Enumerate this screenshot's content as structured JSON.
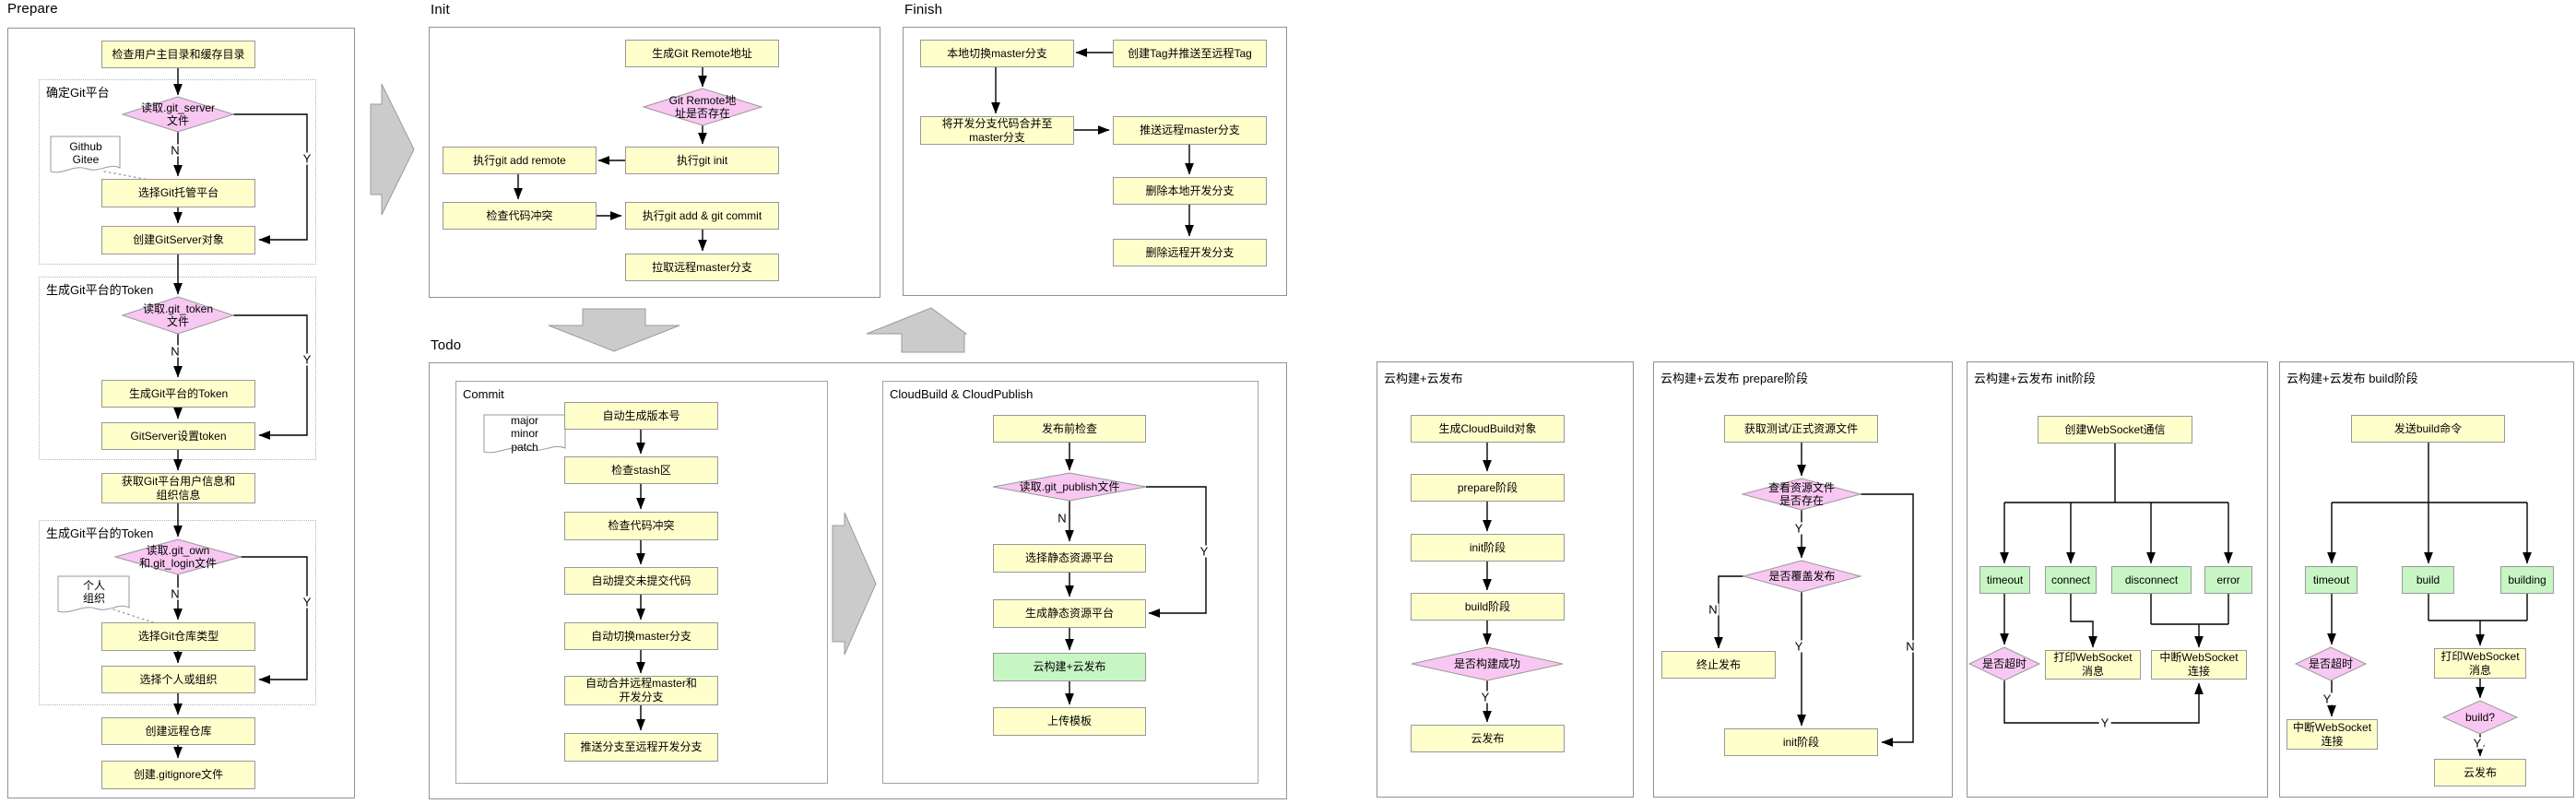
{
  "labels": {
    "yes": "Y",
    "no": "N"
  },
  "palette": {
    "process_fill": "#FFFFCC",
    "decision_fill": "#F8C7F2",
    "event_fill": "#C8F5C4",
    "connector_fill": "#CBCBCB",
    "border": "#999999"
  },
  "sections": {
    "prepare": {
      "title": "Prepare",
      "groups": {
        "determine_platform": "确定Git平台",
        "gen_token": "生成Git平台的Token",
        "gen_token2": "生成Git平台的Token"
      },
      "nodes": {
        "check_home": "检查用户主目录和缓存目录",
        "read_git_server": "读取.git_server\n文件",
        "choose_platform": "选择Git托管平台",
        "create_gitserver": "创建GitServer对象",
        "read_git_token": "读取.git_token\n文件",
        "gen_token": "生成Git平台的Token",
        "set_token": "GitServer设置token",
        "fetch_user_org": "获取Git平台用户信息和\n组织信息",
        "read_git_own": "读取.git_own\n和.git_login文件",
        "choose_repo_type": "选择Git仓库类型",
        "choose_own_org": "选择个人或组织",
        "create_remote_repo": "创建远程仓库",
        "create_gitignore": "创建.gitignore文件"
      },
      "notes": {
        "platforms": "Github\nGitee",
        "owner": "个人\n组织"
      }
    },
    "init": {
      "title": "Init",
      "nodes": {
        "gen_remote": "生成Git Remote地址",
        "remote_exists": "Git Remote地\n址是否存在",
        "git_init": "执行git init",
        "git_add_remote": "执行git add remote",
        "check_conflict": "检查代码冲突",
        "git_add_commit": "执行git add & git commit",
        "pull_master": "拉取远程master分支"
      }
    },
    "finish": {
      "title": "Finish",
      "nodes": {
        "switch_master": "本地切换master分支",
        "create_tag": "创建Tag并推送至远程Tag",
        "merge_to_master": "将开发分支代码合并至\nmaster分支",
        "push_master": "推送远程master分支",
        "del_local": "删除本地开发分支",
        "del_remote": "删除远程开发分支"
      }
    },
    "todo": {
      "title": "Todo",
      "commit": {
        "label": "Commit",
        "note": "major\nminor\npatch",
        "nodes": {
          "gen_version": "自动生成版本号",
          "check_stash": "检查stash区",
          "check_conflict": "检查代码冲突",
          "commit_uncommitted": "自动提交未提交代码",
          "switch_master": "自动切换master分支",
          "merge_master_dev": "自动合并远程master和\n开发分支",
          "push_dev": "推送分支至远程开发分支"
        }
      },
      "cloud": {
        "label": "CloudBuild & CloudPublish",
        "nodes": {
          "pre_check": "发布前检查",
          "read_git_publish": "读取.git_publish文件",
          "choose_static": "选择静态资源平台",
          "gen_static": "生成静态资源平台",
          "cloud_build_publish": "云构建+云发布",
          "upload_template": "上传模板"
        }
      }
    },
    "cloud_flow": {
      "title": "云构建+云发布",
      "nodes": {
        "gen_cloudbuild": "生成CloudBuild对象",
        "prepare_stage": "prepare阶段",
        "init_stage": "init阶段",
        "build_stage": "build阶段",
        "build_success": "是否构建成功",
        "cloud_publish": "云发布"
      }
    },
    "prepare_stage": {
      "title": "云构建+云发布 prepare阶段",
      "nodes": {
        "fetch_res": "获取测试/正式资源文件",
        "res_exists": "查看资源文件\n是否存在",
        "overwrite": "是否覆盖发布",
        "abort": "终止发布",
        "init_stage": "init阶段"
      }
    },
    "init_stage": {
      "title": "云构建+云发布 init阶段",
      "nodes": {
        "create_ws": "创建WebSocket通信",
        "timeout": "timeout",
        "connect": "connect",
        "disconnect": "disconnect",
        "error": "error",
        "is_timeout": "是否超时",
        "print_msg": "打印WebSocket\n消息",
        "close_ws": "中断WebSocket\n连接"
      }
    },
    "build_stage": {
      "title": "云构建+云发布 build阶段",
      "nodes": {
        "send_build": "发送build命令",
        "timeout": "timeout",
        "build": "build",
        "building": "building",
        "is_timeout": "是否超时",
        "close_ws": "中断WebSocket\n连接",
        "print_msg": "打印WebSocket\n消息",
        "build_done": "build?",
        "cloud_publish": "云发布"
      }
    }
  }
}
